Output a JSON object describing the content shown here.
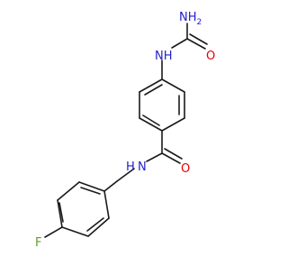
{
  "molecule": {
    "atom_labels": {
      "nh2": "NH",
      "nh2_subscript": "2",
      "urea_o": "O",
      "urea_nh": "NH",
      "amide_o": "O",
      "amide_nh": "N",
      "amide_h": "H",
      "fluorine": "F"
    },
    "colors": {
      "bond": "#1a1a1a",
      "nitrogen": "#1f1fcc",
      "oxygen": "#e60000",
      "fluorine": "#5a9e1f",
      "background": "#ffffff"
    }
  }
}
